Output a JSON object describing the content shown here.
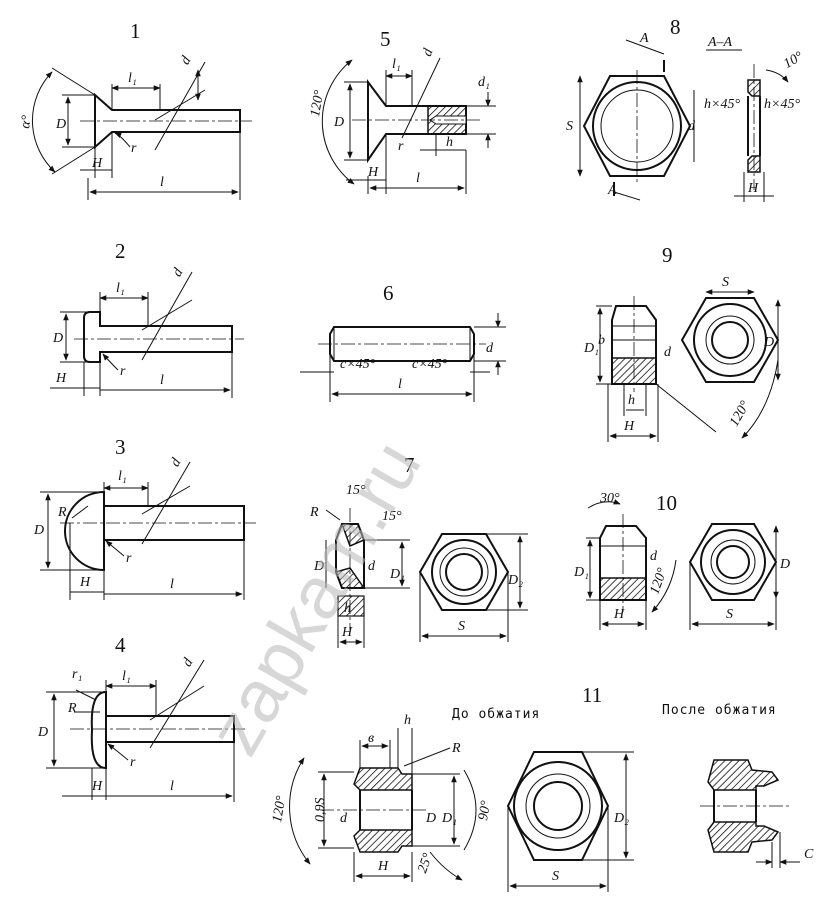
{
  "figure_numbers": [
    "1",
    "2",
    "3",
    "4",
    "5",
    "6",
    "7",
    "8",
    "9",
    "10",
    "11"
  ],
  "labels": {
    "D": "D",
    "d": "d",
    "d1": "d₁",
    "l": "l",
    "l1": "l₁",
    "H": "H",
    "r": "r",
    "r1": "r₁",
    "R": "R",
    "S": "S",
    "D1": "D₁",
    "D2": "D₂",
    "h": "h",
    "b": "b",
    "v": "в",
    "A": "A",
    "AA": "A–A",
    "alpha": "α°",
    "a120": "120°",
    "a90": "90°",
    "a25": "25°",
    "a30": "30°",
    "a15": "15°",
    "a10": "10°",
    "chamfer": "c×45°",
    "hx45": "h×45°",
    "s09": "0,9S",
    "C": "C"
  },
  "captions": {
    "before": "До обжатия",
    "after": "После обжатия"
  },
  "watermark": "zapkam.ru"
}
